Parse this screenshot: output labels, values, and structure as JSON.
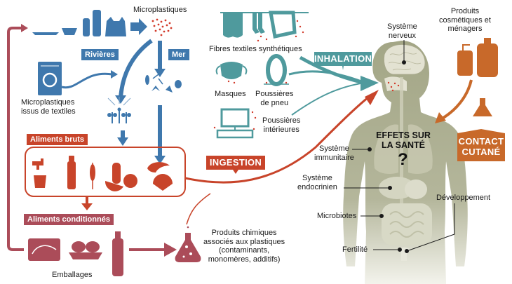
{
  "title": "Microplastiques : sources, voies d'exposition et effets sur la santé",
  "colors": {
    "blue": "#3f78ad",
    "teal": "#4f9a9d",
    "red": "#c8442a",
    "wine": "#ab4c59",
    "orange": "#c8692a",
    "body": "#a6a98a",
    "organ": "#d9dac9",
    "particle": "#d23a2a"
  },
  "sources": {
    "microplastiques": "Microplastiques",
    "rivieres": "Rivières",
    "mer": "Mer",
    "textile_washing": [
      "Microplastiques",
      "issus de textiles"
    ],
    "fibres": "Fibres textiles synthétiques",
    "masques": "Masques",
    "pneu": [
      "Poussières",
      "de pneu"
    ],
    "interieures": [
      "Poussières",
      "intérieures"
    ],
    "cosmetiques": [
      "Produits",
      "cosmétiques et",
      "ménagers"
    ]
  },
  "food": {
    "aliments_bruts": "Aliments bruts",
    "aliments_conditionnes": "Aliments conditionnés",
    "emballages": "Emballages",
    "chimiques": [
      "Produits chimiques",
      "associés aux plastiques",
      "(contaminants,",
      "monomères, additifs)"
    ]
  },
  "routes": {
    "inhalation": "INHALATION",
    "ingestion": "INGESTION",
    "contact": [
      "CONTACT",
      "CUTANÉ"
    ]
  },
  "health": {
    "title": [
      "EFFETS SUR",
      "LA SANTÉ"
    ],
    "question": "?",
    "systems": {
      "nerveux": [
        "Système",
        "nerveux"
      ],
      "immunitaire": [
        "Système",
        "immunitaire"
      ],
      "endocrinien": [
        "Système",
        "endocrinien"
      ],
      "microbiotes": "Microbiotes",
      "developpement": "Développement",
      "fertilite": "Fertilité"
    }
  }
}
